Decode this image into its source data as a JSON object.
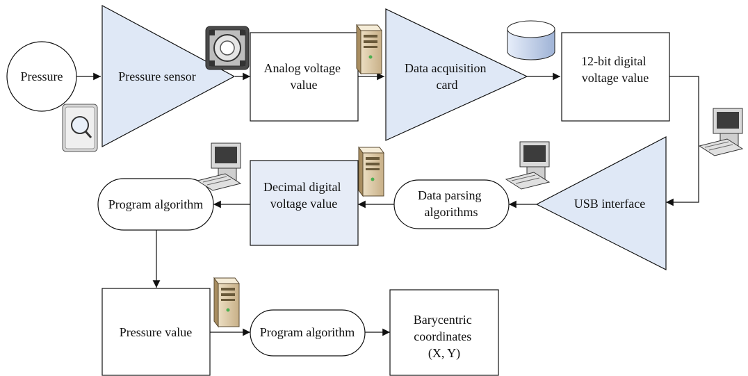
{
  "nodes": {
    "pressure": {
      "label": [
        "Pressure"
      ]
    },
    "pressure_sensor": {
      "label": [
        "Pressure sensor"
      ]
    },
    "analog_voltage": {
      "label": [
        "Analog voltage",
        "value"
      ]
    },
    "data_acquisition": {
      "label": [
        "Data acquisition",
        "card"
      ]
    },
    "digital_12bit": {
      "label": [
        "12-bit digital",
        "voltage value"
      ]
    },
    "usb_interface": {
      "label": [
        "USB interface"
      ]
    },
    "data_parsing": {
      "label": [
        "Data parsing",
        "algorithms"
      ]
    },
    "decimal_voltage": {
      "label": [
        "Decimal digital",
        "voltage value"
      ]
    },
    "program_algorithm_1": {
      "label": [
        "Program algorithm"
      ]
    },
    "pressure_value": {
      "label": [
        "Pressure value"
      ]
    },
    "program_algorithm_2": {
      "label": [
        "Program algorithm"
      ]
    },
    "barycentric": {
      "label": [
        "Barycentric",
        "coordinates",
        "(X, Y)"
      ]
    }
  },
  "colors": {
    "stroke": "#111111",
    "triangle_fill": "#dfe8f6",
    "box_fill": "#ffffff",
    "highlight_box_fill": "#e6ecf7",
    "server_fill": "#e9d9b8",
    "disk_fill": "#c9d6ec",
    "screen_fill": "#3c3c3c"
  },
  "icons": [
    "magnifier-icon",
    "camera-device-icon",
    "server-icon",
    "disk-icon",
    "computer-icon"
  ]
}
